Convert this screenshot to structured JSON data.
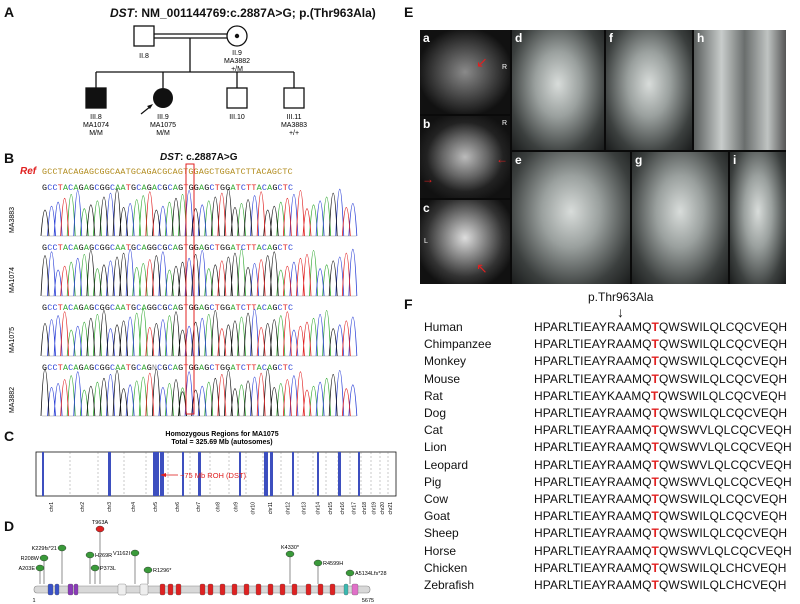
{
  "panel_labels": {
    "A": "A",
    "B": "B",
    "C": "C",
    "D": "D",
    "E": "E",
    "F": "F"
  },
  "panelA": {
    "title_gene": "DST",
    "title_rest": ": NM_001144769:c.2887A>G; p.(Thr963Ala)",
    "members": [
      {
        "id": "II.8",
        "sample": "",
        "genotype": ""
      },
      {
        "id": "II.9",
        "sample": "MA3882",
        "genotype": "+/M"
      },
      {
        "id": "III.8",
        "sample": "MA1074",
        "genotype": "M/M"
      },
      {
        "id": "III.9",
        "sample": "MA1075",
        "genotype": "M/M"
      },
      {
        "id": "III.10",
        "sample": "",
        "genotype": ""
      },
      {
        "id": "III.11",
        "sample": "MA3883",
        "genotype": "+/+"
      }
    ]
  },
  "panelB": {
    "title_gene": "DST",
    "title_rest": ": c.2887A>G",
    "ref_label": "Ref",
    "ref_seq": "GCCTACAGAGCGGCAATGCAGACGCAGTGGAGCTGGATCTTACAGCTC",
    "tracks": [
      {
        "sample": "MA3883",
        "seq": "GCCTACAGAGCGGCAATGCAGACGCAGTGGAGCTGGATCTTACAGCTC"
      },
      {
        "sample": "MA1074",
        "seq": "GCCTACAGAGCGGCAATGCAGGCGCAGTGGAGCTGGATCTTACAGCTC"
      },
      {
        "sample": "MA1075",
        "seq": "GCCTACAGAGCGGCAATGCAGGCGCAGTGGAGCTGGATCTTACAGCTC"
      },
      {
        "sample": "MA3882",
        "seq": "GCCTACAGAGCGGCAATGCAGNCGCAGTGGAGCTGGATCTTACAGCTC"
      }
    ]
  },
  "panelC": {
    "title1": "Homozygous Regions for MA1075",
    "title2": "Total = 325.69 Mb (autosomes)",
    "annotation": "~75 Mb ROH  (DST)",
    "chromosomes": [
      "chr1",
      "chr2",
      "chr3",
      "chr4",
      "chr5",
      "chr6",
      "chr7",
      "chr8",
      "chr9",
      "chr10",
      "chr11",
      "chr12",
      "chr13",
      "chr14",
      "chr15",
      "chr16",
      "chr17",
      "chr18",
      "chr19",
      "chr20",
      "chr21"
    ]
  },
  "panelD": {
    "start": "1",
    "end": "5675",
    "variants": [
      "K229fs*21",
      "R208W",
      "A203E",
      "H269R",
      "P373L",
      "T963A",
      "V1162I",
      "R1296*",
      "K4330*",
      "R4599H",
      "A5134Lfs*28"
    ]
  },
  "panelE": {
    "subpanels": [
      "a",
      "b",
      "c",
      "d",
      "e",
      "f",
      "g",
      "h",
      "i"
    ],
    "marks": [
      "R",
      "R",
      "L"
    ]
  },
  "panelF": {
    "mutation_label": "p.Thr963Ala",
    "rows": [
      {
        "species": "Human",
        "pre": "HPARLTIEAYRAAMQ",
        "hl": "T",
        "post": "QWSWILQLCQCVEQH"
      },
      {
        "species": "Chimpanzee",
        "pre": "HPARLTIEAYRAAMQ",
        "hl": "T",
        "post": "QWSWILQLCQCVEQH"
      },
      {
        "species": "Monkey",
        "pre": "HPARLTIEAYRAAMQ",
        "hl": "T",
        "post": "QWSWILQLCQCVEQH"
      },
      {
        "species": "Mouse",
        "pre": "HPARLTIEAYRAAMQ",
        "hl": "T",
        "post": "QWSWILQLCQCVEQH"
      },
      {
        "species": "Rat",
        "pre": "HPARLTIEAYKAAMQ",
        "hl": "T",
        "post": "QWSWILQLCQCVEQH"
      },
      {
        "species": "Dog",
        "pre": "HPARLTIEAYRAAMQ",
        "hl": "T",
        "post": "QWSWILQLCQCVEQH"
      },
      {
        "species": "Cat",
        "pre": "HPARLTIEAYRAAMQ",
        "hl": "T",
        "post": "QWSWVLQLCQCVEQH"
      },
      {
        "species": "Lion",
        "pre": "HPARLTIEAYRAAMQ",
        "hl": "T",
        "post": "QWSWVLQLCQCVEQH"
      },
      {
        "species": "Leopard",
        "pre": "HPARLTIEAYRAAMQ",
        "hl": "T",
        "post": "QWSWVLQLCQCVEQH"
      },
      {
        "species": "Pig",
        "pre": "HPARLTIEAYRAAMQ",
        "hl": "T",
        "post": "QWSWVLQLCQCVEQH"
      },
      {
        "species": "Cow",
        "pre": "HPARLTIEAYRAAMQ",
        "hl": "T",
        "post": "QWSWILQLCQCVEQH"
      },
      {
        "species": "Goat",
        "pre": "HPARLTIEAYRAAMQ",
        "hl": "T",
        "post": "QWSWILQLCQCVEQH"
      },
      {
        "species": "Sheep",
        "pre": "HPARLTIEAYRAAMQ",
        "hl": "T",
        "post": "QWSWILQLCQCVEQH"
      },
      {
        "species": "Horse",
        "pre": "HPARLTIEAYRAAMQ",
        "hl": "T",
        "post": "QWSWVLQLCQCVEQH"
      },
      {
        "species": "Chicken",
        "pre": "HPARLTIEAYRAAMQ",
        "hl": "T",
        "post": "QWSWILQLCHCVEQH"
      },
      {
        "species": "Zebrafish",
        "pre": "HPARLTIEAYRAAMQ",
        "hl": "T",
        "post": "QWSWILQLCHCVEQH"
      }
    ]
  },
  "colors": {
    "A": "#2fa82f",
    "C": "#2a3fd6",
    "G": "#111111",
    "T": "#e02020",
    "N": "#888888",
    "roh": "#3d4fbf",
    "highlight": "#e02020"
  }
}
